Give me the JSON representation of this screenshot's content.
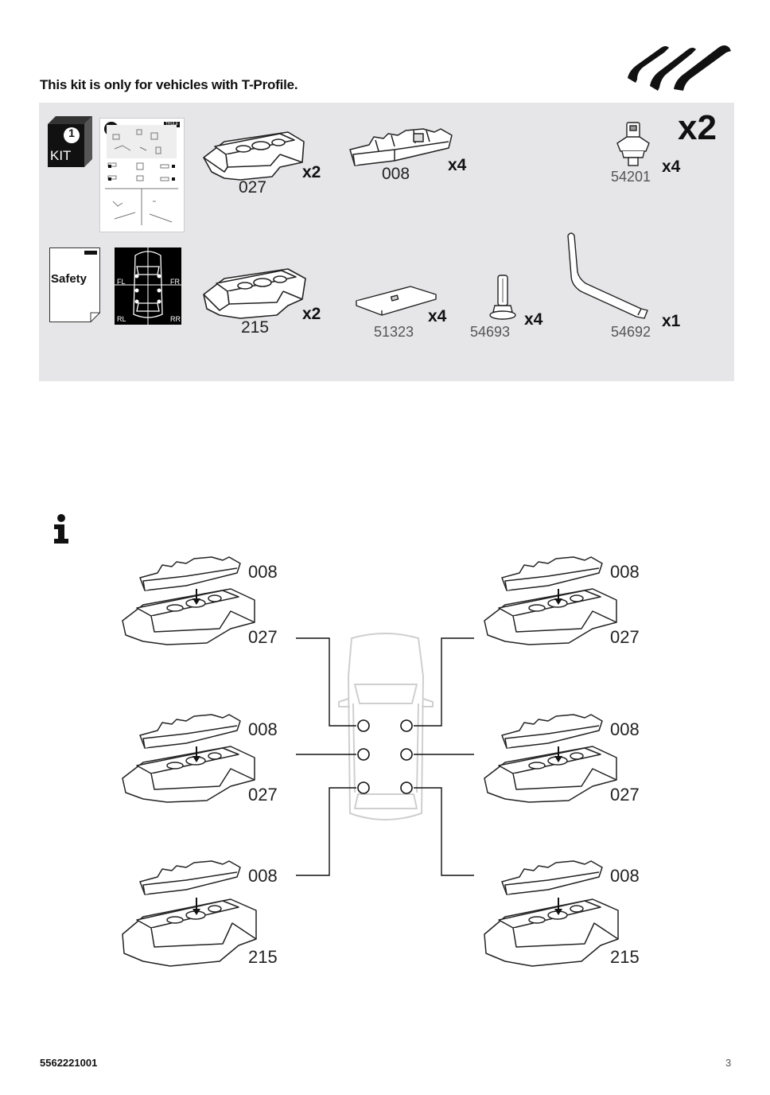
{
  "header": {
    "title": "This kit is only for vehicles with T-Profile."
  },
  "brand_mark": {
    "icon": "thule-logo-icon"
  },
  "kit": {
    "step": "1",
    "label": "KIT",
    "booklet": {
      "step": "1",
      "brand": "THULE"
    },
    "safety_label": "Safety",
    "positions": {
      "fl": "FL",
      "fr": "FR",
      "rl": "RL",
      "rr": "RR"
    },
    "parts": [
      {
        "id": "027",
        "qty": "x2"
      },
      {
        "id": "008",
        "qty": "x4"
      },
      {
        "id": "54201",
        "qty": "x4"
      },
      {
        "id": "215",
        "qty": "x2"
      },
      {
        "id": "51323",
        "qty": "x4"
      },
      {
        "id": "54693",
        "qty": "x4"
      },
      {
        "id": "54692",
        "qty": "x1"
      }
    ],
    "set_qty": "x2"
  },
  "diagram": {
    "info_icon": "info-icon",
    "assemblies": [
      {
        "top": "008",
        "bottom": "027"
      },
      {
        "top": "008",
        "bottom": "027"
      },
      {
        "top": "008",
        "bottom": "027"
      },
      {
        "top": "008",
        "bottom": "027"
      },
      {
        "top": "008",
        "bottom": "215"
      },
      {
        "top": "008",
        "bottom": "215"
      }
    ]
  },
  "footer": {
    "code": "5562221001",
    "page": "3"
  }
}
